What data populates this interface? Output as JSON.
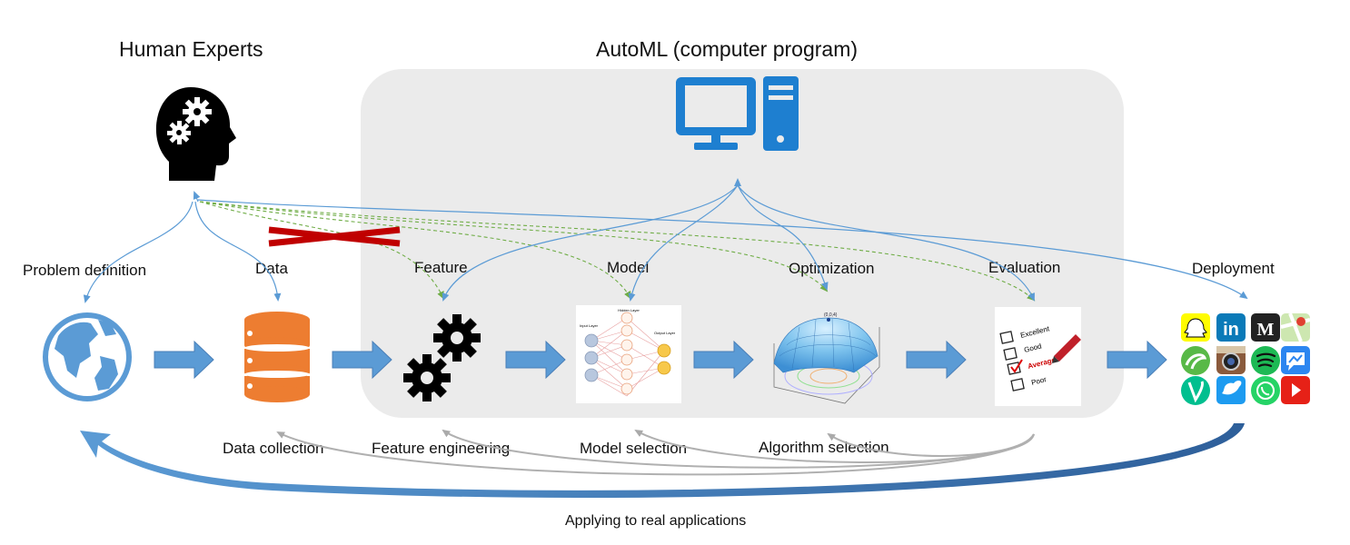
{
  "headings": {
    "human_experts": "Human Experts",
    "automl": "AutoML (computer program)"
  },
  "top_labels": {
    "problem_definition": "Problem definition",
    "data": "Data",
    "feature": "Feature",
    "model": "Model",
    "optimization": "Optimization",
    "evaluation": "Evaluation",
    "deployment": "Deployment"
  },
  "bottom_labels": {
    "data_collection": "Data collection",
    "feature_engineering": "Feature engineering",
    "model_selection": "Model selection",
    "algorithm_selection": "Algorithm selection"
  },
  "footer": {
    "applying": "Applying to real applications"
  },
  "nn_image": {
    "hidden_layer": "Hidden Layer",
    "input_layer": "Input Layer",
    "output_layer": "Output Layer"
  },
  "surface_image": {
    "peak_label": "(0,0,4)"
  },
  "checklist": {
    "items": [
      "Excellent",
      "Good",
      "Average",
      "Poor"
    ]
  },
  "app_icons": {
    "l1": "in",
    "l2": "M",
    "names": [
      "snapchat-icon",
      "linkedin-icon",
      "medium-icon",
      "maps-icon",
      "vine-green-icon",
      "instagram-icon",
      "spotify-icon",
      "messenger-icon",
      "vine-icon",
      "twitter-icon",
      "whatsapp-icon",
      "youtube-icon"
    ]
  },
  "colors": {
    "panel": "#ebebeb",
    "blue": "#5b9bd5",
    "arrow_blue": "#4a86c8",
    "orange": "#ed7d31",
    "red_cross": "#c00000",
    "green_dash": "#70ad47",
    "gray_arrow": "#aaaaaa"
  }
}
